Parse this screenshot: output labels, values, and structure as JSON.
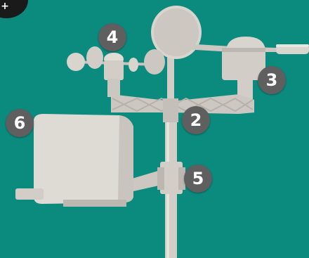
{
  "colors": {
    "background": "#0b8a7e",
    "device": "#d8d4ce",
    "device_shadow": "#b9b4ad",
    "badge": "#5f5f5f",
    "badge_text": "#ffffff",
    "corner": "#1a1a1a"
  },
  "corner_badge": {
    "label": "+"
  },
  "callouts": [
    {
      "label": "2"
    },
    {
      "label": "3"
    },
    {
      "label": "4"
    },
    {
      "label": "5"
    },
    {
      "label": "6"
    }
  ]
}
